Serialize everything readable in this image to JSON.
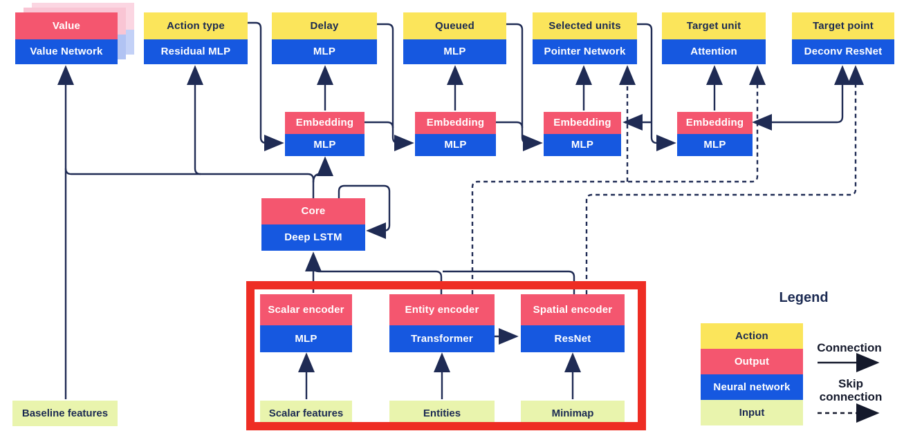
{
  "palette": {
    "action_yellow": "#fbe55b",
    "output_pink": "#f4566f",
    "network_blue": "#1658e0",
    "input_green": "#e9f4ad",
    "wire_navy": "#1f2b54",
    "highlight_red": "#ee2d24"
  },
  "heads": [
    {
      "top": "Value",
      "bottom": "Value Network"
    },
    {
      "top": "Action type",
      "bottom": "Residual MLP"
    },
    {
      "top": "Delay",
      "bottom": "MLP"
    },
    {
      "top": "Queued",
      "bottom": "MLP"
    },
    {
      "top": "Selected units",
      "bottom": "Pointer Network"
    },
    {
      "top": "Target unit",
      "bottom": "Attention"
    },
    {
      "top": "Target point",
      "bottom": "Deconv ResNet"
    }
  ],
  "embeddings": [
    {
      "top": "Embedding",
      "bottom": "MLP"
    },
    {
      "top": "Embedding",
      "bottom": "MLP"
    },
    {
      "top": "Embedding",
      "bottom": "MLP"
    },
    {
      "top": "Embedding",
      "bottom": "MLP"
    }
  ],
  "core": {
    "top": "Core",
    "bottom": "Deep LSTM"
  },
  "encoders": [
    {
      "top": "Scalar encoder",
      "bottom": "MLP"
    },
    {
      "top": "Entity encoder",
      "bottom": "Transformer"
    },
    {
      "top": "Spatial encoder",
      "bottom": "ResNet"
    }
  ],
  "inputs": {
    "baseline": "Baseline features",
    "scalar": "Scalar features",
    "entities": "Entities",
    "minimap": "Minimap"
  },
  "legend": {
    "title": "Legend",
    "items": [
      {
        "label": "Action"
      },
      {
        "label": "Output"
      },
      {
        "label": "Neural network"
      },
      {
        "label": "Input"
      }
    ],
    "connection": "Connection",
    "skip_connection": "Skip connection"
  }
}
